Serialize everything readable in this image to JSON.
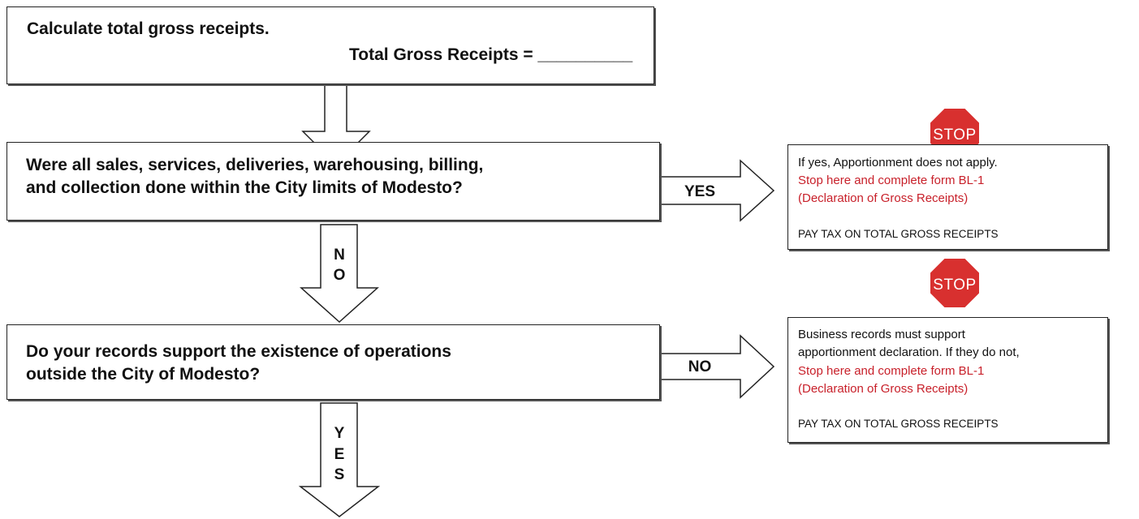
{
  "step1": {
    "line1": "Calculate total gross receipts.",
    "line2": "Total Gross Receipts = __________"
  },
  "step2": {
    "question_line1": "Were all sales, services, deliveries, warehousing, billing,",
    "question_line2": "and collection done within the City limits of Modesto?",
    "yes_label": "YES",
    "no_label": [
      "N",
      "O"
    ]
  },
  "step3": {
    "question_line1": "Do your records support the existence of operations",
    "question_line2": "outside the City of Modesto?",
    "no_label": "NO",
    "yes_label": [
      "Y",
      "E",
      "S"
    ]
  },
  "stop_sign_text": "STOP",
  "result1": {
    "line1": "If yes, Apportionment does not apply.",
    "red_line1": "Stop here and complete form BL-1",
    "red_line2": "(Declaration of Gross Receipts)",
    "footer": "PAY TAX ON TOTAL GROSS RECEIPTS"
  },
  "result2": {
    "line1": "Business records must support",
    "line2": "apportionment declaration. If they do not,",
    "red_line1": "Stop here and complete form BL-1",
    "red_line2": "(Declaration of Gross Receipts)",
    "footer": "PAY TAX ON TOTAL GROSS RECEIPTS"
  },
  "colors": {
    "stop_red": "#d8302f",
    "text_red": "#c8202a",
    "line": "#222222"
  }
}
